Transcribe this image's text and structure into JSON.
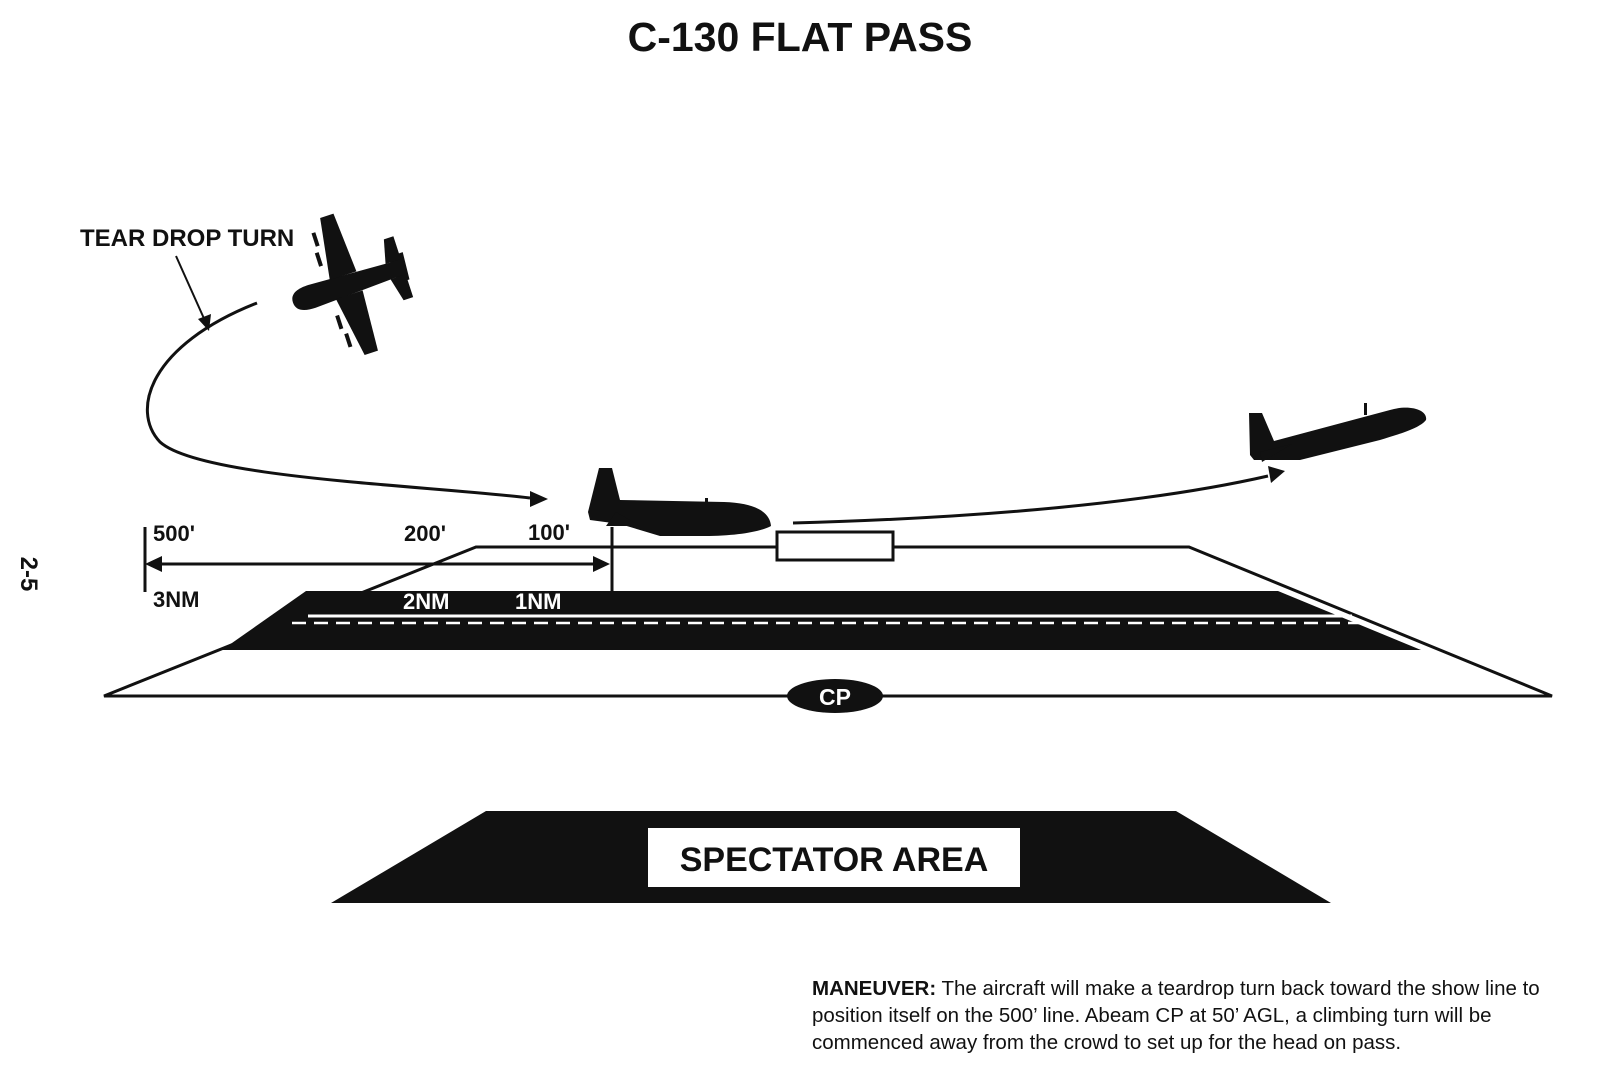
{
  "title": "C-130 FLAT PASS",
  "page_number": "2-5",
  "labels": {
    "tear_drop_turn": "TEAR DROP TURN",
    "line_500": "500'",
    "line_200": "200'",
    "line_100": "100'",
    "dist_3nm": "3NM",
    "dist_2nm": "2NM",
    "dist_1nm": "1NM",
    "cp": "CP",
    "spectator_area": "SPECTATOR AREA"
  },
  "description": {
    "heading": "MANEUVER:",
    "text": "The aircraft will make a teardrop turn back toward the show line to position itself on the 500’ line. Abeam CP at 50’ AGL, a climbing turn will be commenced away from the crowd to set up for the head on pass."
  },
  "icons": [
    "aircraft-top-view-icon",
    "aircraft-side-view-icon",
    "aircraft-climbing-icon"
  ],
  "colors": {
    "ink": "#111111",
    "background": "#ffffff"
  }
}
